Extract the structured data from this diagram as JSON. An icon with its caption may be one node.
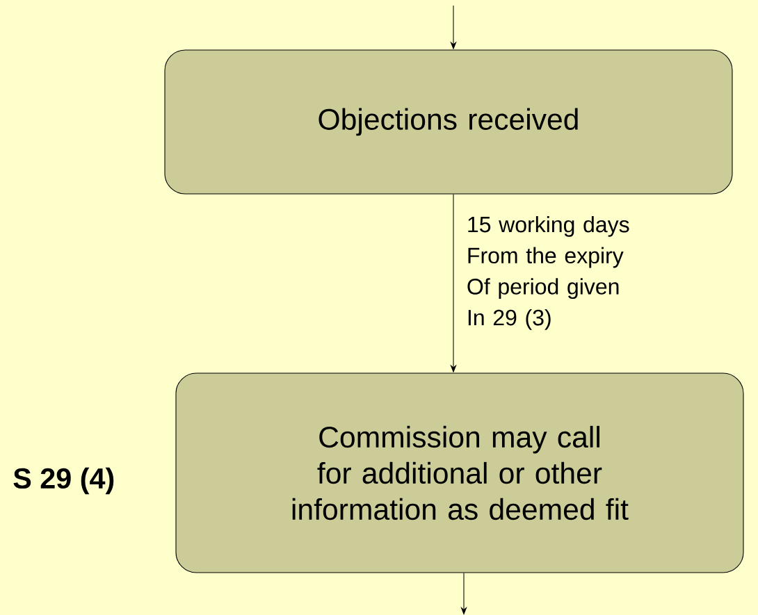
{
  "diagram": {
    "nodes": [
      {
        "text": [
          "Objections received"
        ]
      },
      {
        "text": [
          "Commission may call for additional or other information as deemed fit"
        ]
      }
    ],
    "edges": [
      {
        "from": null,
        "to": 0,
        "arrow": "to"
      },
      {
        "from": 0,
        "to": 1,
        "arrow": "to",
        "label": "15 working days From the expiry Of period given In 29 (3)"
      },
      {
        "from": 1,
        "to": null,
        "arrow": "to"
      }
    ],
    "labels": [
      "S 29 (4)"
    ]
  }
}
